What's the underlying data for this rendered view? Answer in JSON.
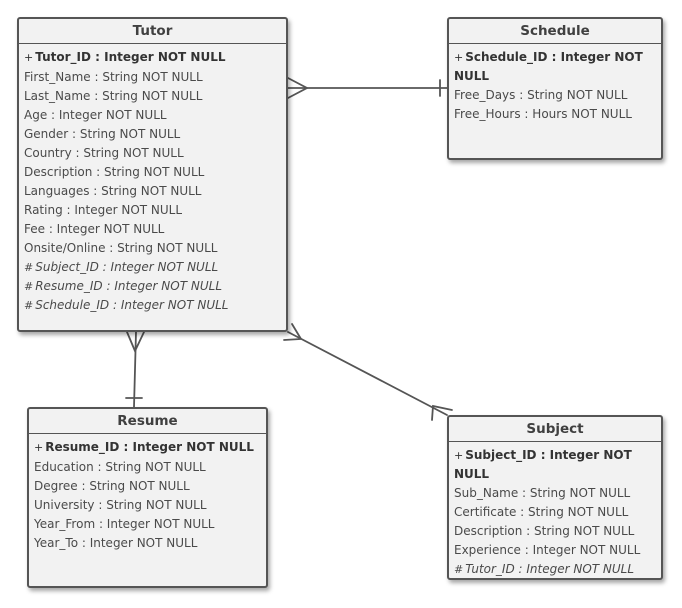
{
  "entities": {
    "tutor": {
      "title": "Tutor",
      "attributes": [
        {
          "prefix": "+",
          "text": "Tutor_ID : Integer NOT NULL",
          "kind": "pk"
        },
        {
          "prefix": "",
          "text": "First_Name : String NOT NULL",
          "kind": "attr"
        },
        {
          "prefix": "",
          "text": "Last_Name : String NOT NULL",
          "kind": "attr"
        },
        {
          "prefix": "",
          "text": "Age : Integer NOT NULL",
          "kind": "attr"
        },
        {
          "prefix": "",
          "text": "Gender : String NOT NULL",
          "kind": "attr"
        },
        {
          "prefix": "",
          "text": "Country : String NOT NULL",
          "kind": "attr"
        },
        {
          "prefix": "",
          "text": "Description : String NOT NULL",
          "kind": "attr"
        },
        {
          "prefix": "",
          "text": "Languages : String NOT NULL",
          "kind": "attr"
        },
        {
          "prefix": "",
          "text": "Rating : Integer NOT NULL",
          "kind": "attr"
        },
        {
          "prefix": "",
          "text": "Fee : Integer NOT NULL",
          "kind": "attr"
        },
        {
          "prefix": "",
          "text": "Onsite/Online : String NOT NULL",
          "kind": "attr"
        },
        {
          "prefix": "#",
          "text": "Subject_ID : Integer NOT NULL",
          "kind": "fk"
        },
        {
          "prefix": "#",
          "text": "Resume_ID : Integer NOT NULL",
          "kind": "fk"
        },
        {
          "prefix": "#",
          "text": "Schedule_ID : Integer NOT NULL",
          "kind": "fk"
        }
      ]
    },
    "schedule": {
      "title": "Schedule",
      "attributes": [
        {
          "prefix": "+",
          "text": "Schedule_ID : Integer NOT NULL",
          "kind": "pk"
        },
        {
          "prefix": "",
          "text": "Free_Days : String NOT NULL",
          "kind": "attr"
        },
        {
          "prefix": "",
          "text": "Free_Hours : Hours NOT NULL",
          "kind": "attr"
        }
      ]
    },
    "resume": {
      "title": "Resume",
      "attributes": [
        {
          "prefix": "+",
          "text": "Resume_ID : Integer NOT NULL",
          "kind": "pk"
        },
        {
          "prefix": "",
          "text": "Education : String NOT NULL",
          "kind": "attr"
        },
        {
          "prefix": "",
          "text": "Degree : String NOT NULL",
          "kind": "attr"
        },
        {
          "prefix": "",
          "text": "University : String NOT NULL",
          "kind": "attr"
        },
        {
          "prefix": "",
          "text": "Year_From : Integer NOT NULL",
          "kind": "attr"
        },
        {
          "prefix": "",
          "text": "Year_To : Integer NOT NULL",
          "kind": "attr"
        }
      ]
    },
    "subject": {
      "title": "Subject",
      "attributes": [
        {
          "prefix": "+",
          "text": "Subject_ID : Integer NOT NULL",
          "kind": "pk"
        },
        {
          "prefix": "",
          "text": "Sub_Name : String NOT NULL",
          "kind": "attr"
        },
        {
          "prefix": "",
          "text": "Certificate : String NOT NULL",
          "kind": "attr"
        },
        {
          "prefix": "",
          "text": "Description : String NOT NULL",
          "kind": "attr"
        },
        {
          "prefix": "",
          "text": "Experience : Integer NOT NULL",
          "kind": "attr"
        },
        {
          "prefix": "#",
          "text": "Tutor_ID : Integer NOT NULL",
          "kind": "fk"
        }
      ]
    }
  },
  "relationships": [
    {
      "from": "Tutor",
      "from_cardinality": "many",
      "to": "Schedule",
      "to_cardinality": "one"
    },
    {
      "from": "Tutor",
      "from_cardinality": "many",
      "to": "Resume",
      "to_cardinality": "one"
    },
    {
      "from": "Tutor",
      "from_cardinality": "many",
      "to": "Subject",
      "to_cardinality": "many"
    }
  ],
  "colors": {
    "border": "#555555",
    "fill": "#f2f2f2",
    "line": "#555555"
  }
}
